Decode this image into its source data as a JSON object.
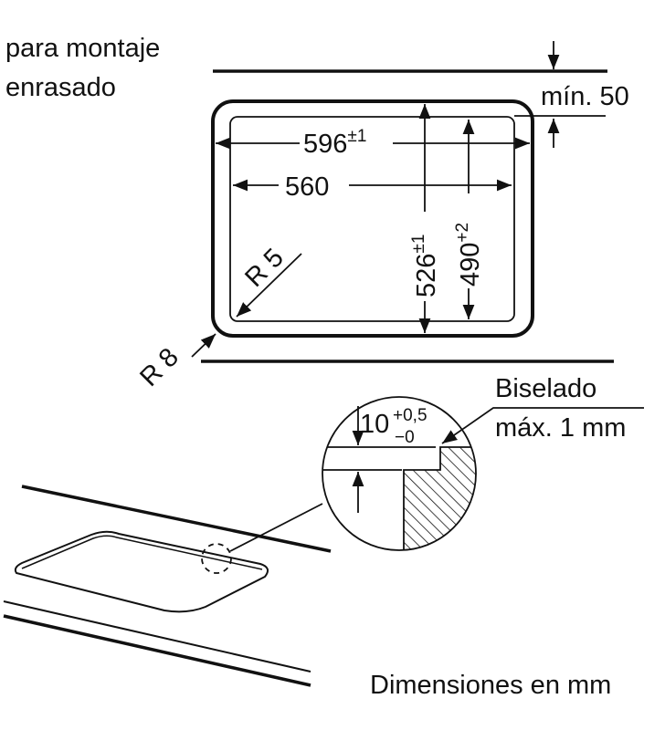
{
  "title_line1": "para montaje",
  "title_line2": "enrasado",
  "min_label": "mín. 50",
  "dim_width_outer": {
    "value": "596",
    "tol": "±1"
  },
  "dim_width_inner": {
    "value": "560"
  },
  "dim_depth_outer": {
    "value": "526",
    "tol": "±1"
  },
  "dim_depth_inner": {
    "value": "490",
    "tol": "+2"
  },
  "radius_inner": "R 5",
  "radius_outer": "R 8",
  "detail": {
    "depth_value": "10",
    "depth_tol_plus": "+0,5",
    "depth_tol_minus": "−0",
    "bevel_line1": "Biselado",
    "bevel_line2": "máx. 1 mm"
  },
  "units_note": "Dimensiones en mm",
  "colors": {
    "ink": "#111111",
    "background": "#ffffff"
  }
}
